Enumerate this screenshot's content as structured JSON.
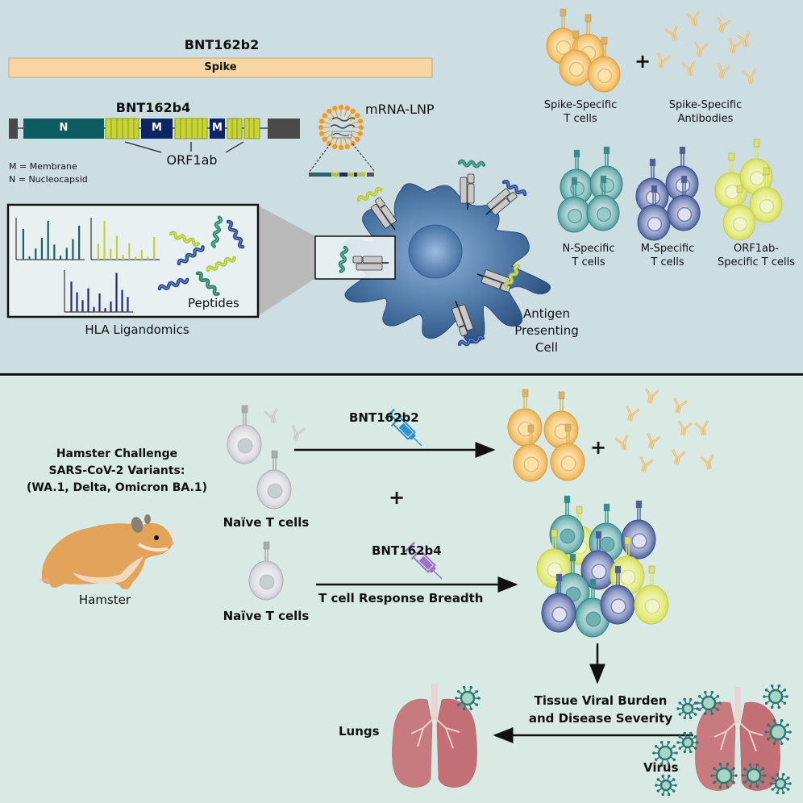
{
  "top_panel": {
    "bnt162b2_title": "BNT162b2",
    "spike_bar_label": "Spike",
    "bnt162b4_title": "BNT162b4",
    "construct_segments": [
      {
        "label": "",
        "type": "flank"
      },
      {
        "label": "N",
        "type": "nucleocapsid"
      },
      {
        "label": "",
        "type": "orf1ab"
      },
      {
        "label": "M",
        "type": "membrane"
      },
      {
        "label": "",
        "type": "orf1ab"
      },
      {
        "label": "M",
        "type": "membrane"
      },
      {
        "label": "",
        "type": "orf1ab"
      },
      {
        "label": "",
        "type": "orf1ab"
      },
      {
        "label": "",
        "type": "flank"
      }
    ],
    "orf1ab_label": "ORF1ab",
    "legend": [
      "M = Membrane",
      "N = Nucleocapsid"
    ],
    "mrna_lnp_label": "mRNA-LNP",
    "hla_box": {
      "caption": "HLA Ligandomics",
      "peptides_label": "Peptides",
      "spectra": [
        {
          "color": "#1d5e63",
          "values": [
            0.78,
            0.08,
            0.28,
            0.55,
            0.98,
            0.38,
            0.1,
            0.3,
            0.52,
            0.86
          ]
        },
        {
          "color": "#c5d13a",
          "values": [
            0.4,
            0.98,
            0.28,
            0.6,
            0.12,
            0.42,
            0.08,
            0.24,
            0.07,
            0.57
          ]
        },
        {
          "color": "#1f2d7a",
          "values": [
            0.77,
            0.5,
            0.3,
            0.6,
            0.13,
            0.47,
            0.1,
            0.27,
            0.99,
            0.56,
            0.38
          ]
        }
      ]
    },
    "apc_label": [
      "Antigen",
      "Presenting",
      "Cell"
    ],
    "spike_t_cells_label": [
      "Spike-Specific",
      "T cells"
    ],
    "plus_sign": "+",
    "spike_antibodies_label": [
      "Spike-Specific",
      "Antibodies"
    ],
    "n_t_cells_label": [
      "N-Specific",
      "T cells"
    ],
    "m_t_cells_label": [
      "M-Specific",
      "T cells"
    ],
    "orf1ab_t_cells_label": [
      "ORF1ab-",
      "Specific T cells"
    ]
  },
  "bottom_panel": {
    "challenge_title": [
      "Hamster Challenge",
      "SARS-CoV-2 Variants:",
      "(WA.1, Delta, Omicron BA.1)"
    ],
    "hamster_label": "Hamster",
    "naive_t_cells_label_1": "Naïve T cells",
    "naive_t_cells_label_2": "Naïve T cells",
    "plus_sign": "+",
    "plus_sign_2": "+",
    "arrow1_label": "BNT162b2",
    "arrow2_label": "BNT162b4",
    "arrow2_sublabel": "T cell Response Breadth",
    "outcome_label": [
      "Tissue Viral Burden",
      "and Disease Severity"
    ],
    "lungs_label": "Lungs",
    "virus_label": "Virus"
  },
  "colors": {
    "top_bg": "#cddee2",
    "bottom_bg": "#d9e9e3",
    "spike_bar": "#f7d6a3",
    "nucleocapsid": "#0c5c61",
    "membrane": "#0e2565",
    "orf1ab": "#c7d435",
    "flank": "#4a4a4a",
    "spike_cell": "#f0b64e",
    "n_cell": "#4a9ea0",
    "m_cell": "#4a5d9c",
    "orf_cell": "#dfe66a",
    "apc": "#3a6490",
    "lnp": "#f39a1f",
    "syringe_b2": "#2d8fd0",
    "syringe_b4": "#9b72c4",
    "lung": "#c77b7f",
    "virus": "#2a7a78",
    "hamster": "#e2a35a"
  }
}
